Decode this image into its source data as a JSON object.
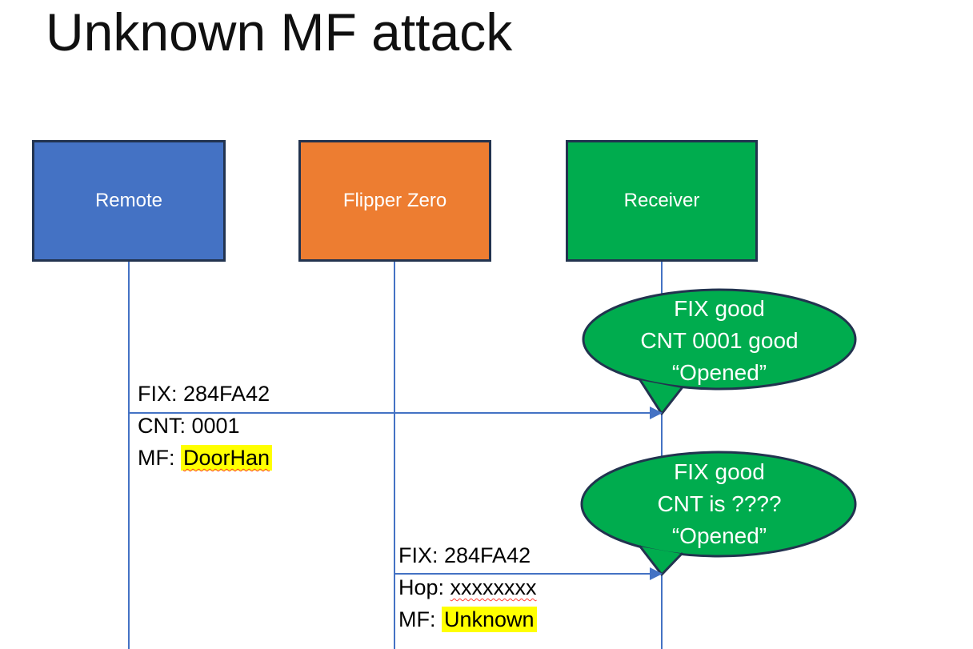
{
  "slide": {
    "title": "Unknown MF attack"
  },
  "actors": [
    {
      "id": "remote",
      "label": "Remote",
      "fill": "#4472C4"
    },
    {
      "id": "flipper",
      "label": "Flipper Zero",
      "fill": "#ED7D31"
    },
    {
      "id": "receiver",
      "label": "Receiver",
      "fill": "#00AC4E"
    }
  ],
  "messages": [
    {
      "from": "remote",
      "to": "receiver",
      "lines": [
        {
          "text": "FIX: 284FA42"
        },
        {
          "text": "CNT: 0001"
        },
        {
          "prefix": "MF: ",
          "value": "DoorHan",
          "highlight": true,
          "squiggle": true
        }
      ]
    },
    {
      "from": "flipper",
      "to": "receiver",
      "lines": [
        {
          "text": "FIX: 284FA42"
        },
        {
          "prefix": "Hop: ",
          "value": "xxxxxxxx",
          "highlight": false,
          "squiggle": true
        },
        {
          "prefix": "MF: ",
          "value": "Unknown",
          "highlight": true,
          "squiggle": false
        }
      ]
    }
  ],
  "callouts": [
    {
      "lines": [
        "FIX good",
        "CNT 0001 good",
        "“Opened”"
      ]
    },
    {
      "lines": [
        "FIX good",
        "CNT is ????",
        "“Opened”"
      ]
    }
  ],
  "colors": {
    "remote_fill": "#4472C4",
    "flipper_fill": "#ED7D31",
    "receiver_fill": "#00AC4E",
    "callout_fill": "#00AC4E",
    "outline": "#22334F",
    "lifeline": "#4472C4",
    "arrow": "#4472C4",
    "highlight": "#FFFF00",
    "squiggle_underline": "#FF3B30",
    "text_on_fill": "#FFFFFF",
    "message_text": "#000000"
  }
}
